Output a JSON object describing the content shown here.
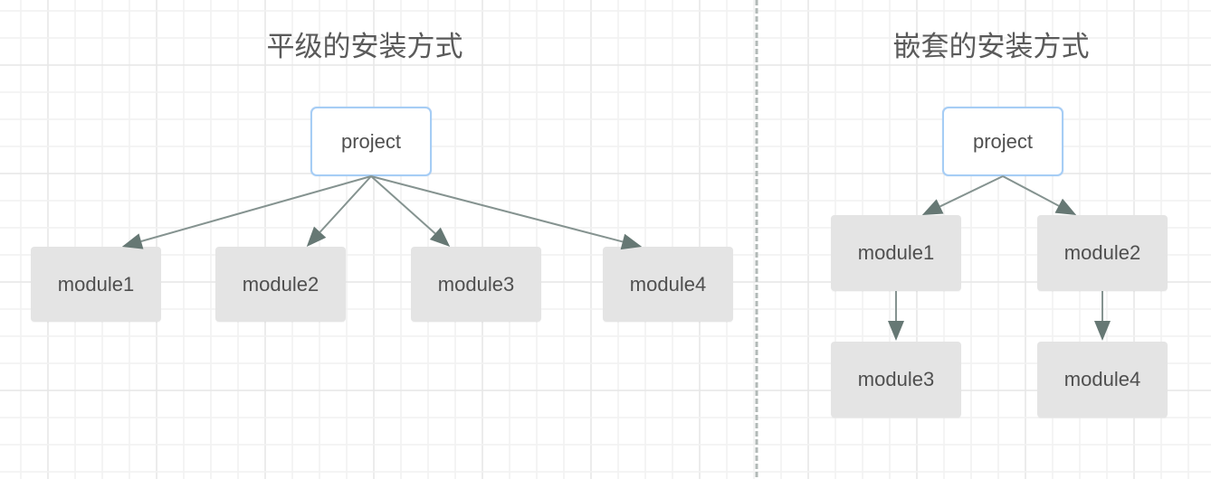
{
  "diagram": {
    "colors": {
      "grid_minor": "#f1f1f1",
      "grid_major": "#e6e6e6",
      "root_border": "#a6cdf5",
      "module_fill": "#e4e4e4",
      "edge_line": "#859390",
      "arrowhead": "#667874",
      "divider": "#b2b9b7",
      "title_text": "#5a5a5a",
      "node_text": "#4f4f4f"
    },
    "panels": [
      {
        "id": "flat",
        "title": "平级的安装方式",
        "root": "project",
        "modules": [
          "module1",
          "module2",
          "module3",
          "module4"
        ],
        "edges": [
          {
            "from": "project",
            "to": "module1"
          },
          {
            "from": "project",
            "to": "module2"
          },
          {
            "from": "project",
            "to": "module3"
          },
          {
            "from": "project",
            "to": "module4"
          }
        ]
      },
      {
        "id": "nested",
        "title": "嵌套的安装方式",
        "root": "project",
        "modules": [
          "module1",
          "module2",
          "module3",
          "module4"
        ],
        "edges": [
          {
            "from": "project",
            "to": "module1"
          },
          {
            "from": "project",
            "to": "module2"
          },
          {
            "from": "module1",
            "to": "module3"
          },
          {
            "from": "module2",
            "to": "module4"
          }
        ]
      }
    ]
  }
}
